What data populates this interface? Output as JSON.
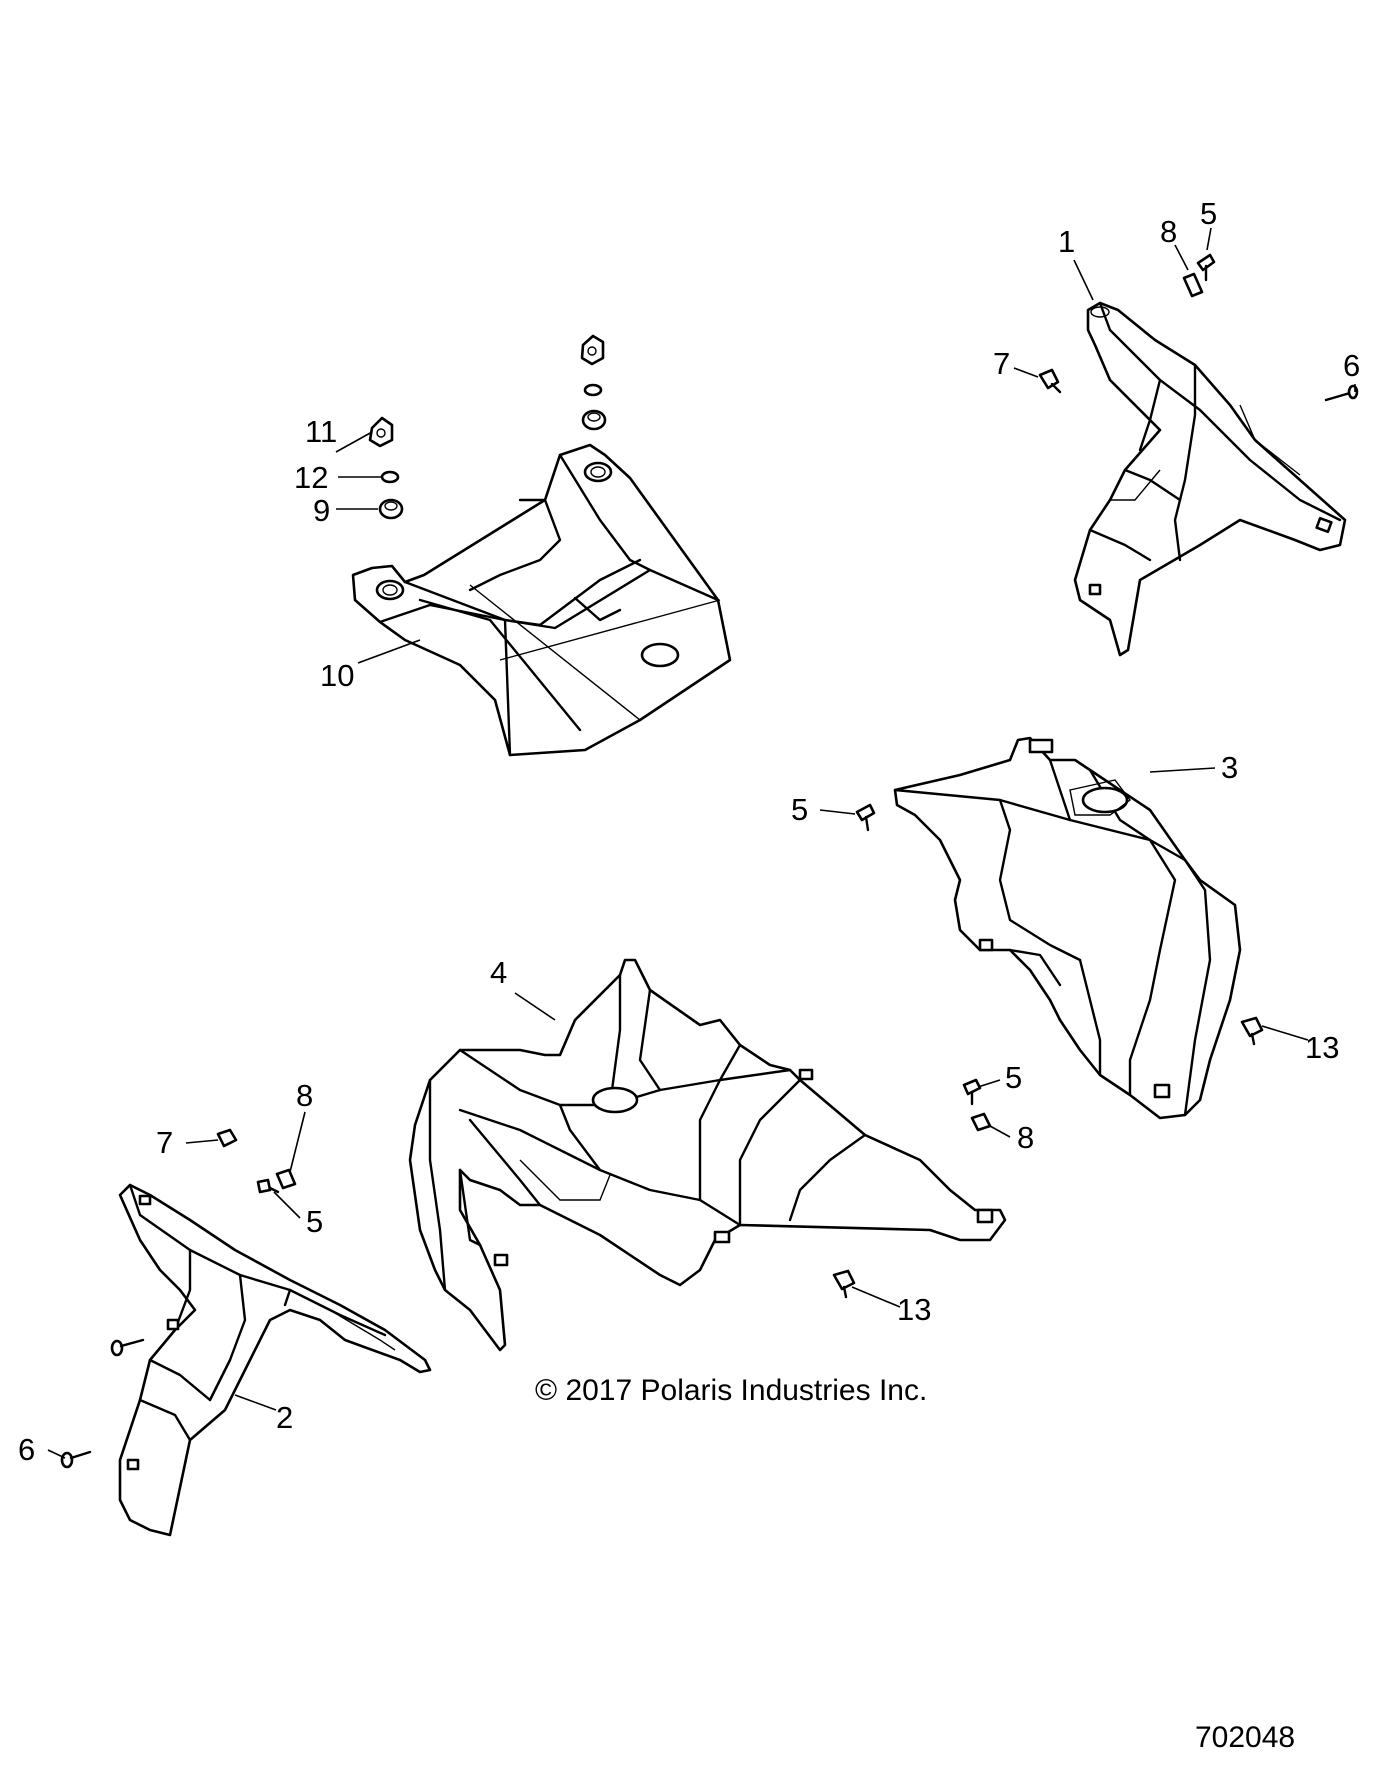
{
  "diagram": {
    "copyright": "© 2017 Polaris Industries Inc.",
    "figure_number": "702048"
  },
  "callouts": {
    "c1": "1",
    "c2": "2",
    "c3": "3",
    "c4": "4",
    "c5a": "5",
    "c5b": "5",
    "c5c": "5",
    "c5d": "5",
    "c6a": "6",
    "c6b": "6",
    "c7a": "7",
    "c7b": "7",
    "c8a": "8",
    "c8b": "8",
    "c8c": "8",
    "c9": "9",
    "c10": "10",
    "c11": "11",
    "c12": "12",
    "c13a": "13",
    "c13b": "13"
  }
}
